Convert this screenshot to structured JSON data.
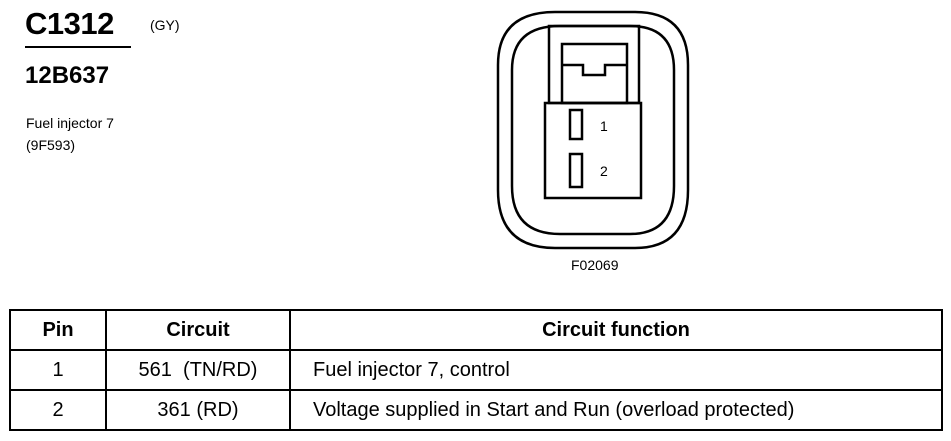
{
  "header": {
    "connector_id": "C1312",
    "color_code": "(GY)",
    "part_number": "12B637",
    "component_name": "Fuel injector 7",
    "component_code": "(9F593)"
  },
  "figure": {
    "figure_id": "F02069",
    "pin_labels": [
      "1",
      "2"
    ]
  },
  "table": {
    "headers": [
      "Pin",
      "Circuit",
      "Circuit function"
    ],
    "rows": [
      {
        "pin": "1",
        "circuit": "561  (TN/RD)",
        "function": "Fuel injector 7, control"
      },
      {
        "pin": "2",
        "circuit": "361 (RD)",
        "function": "Voltage supplied in Start and Run (overload protected)"
      }
    ]
  }
}
